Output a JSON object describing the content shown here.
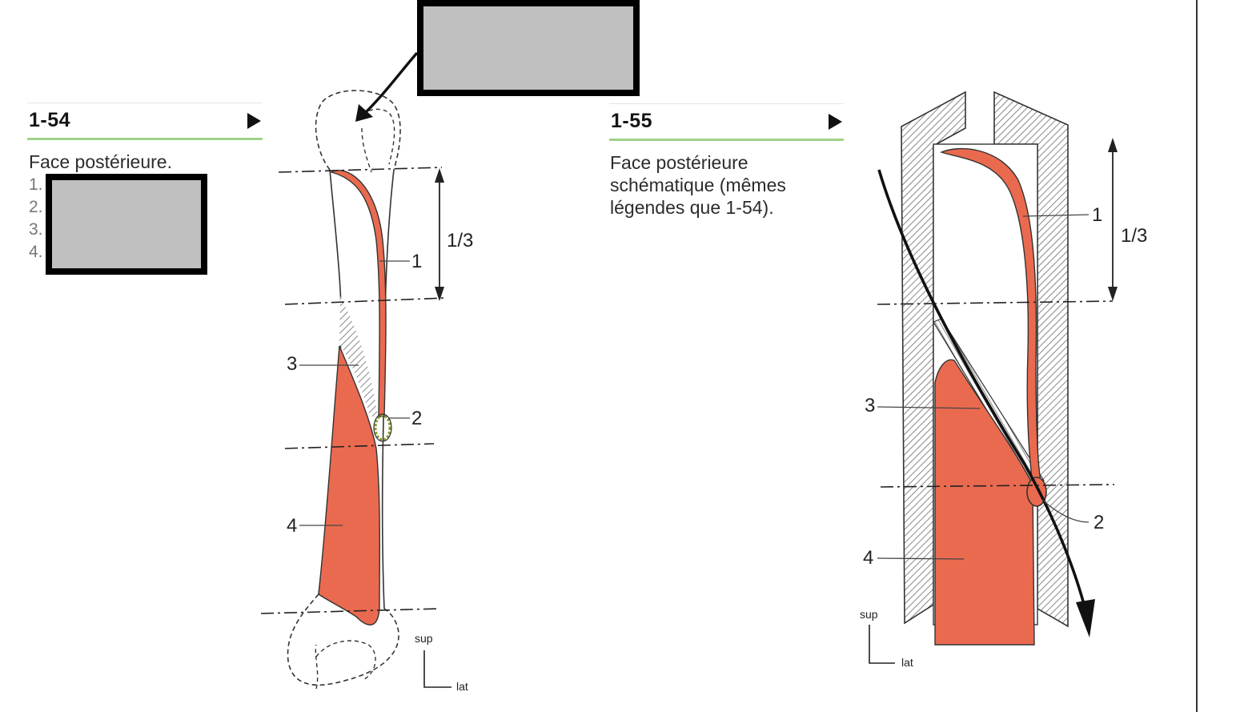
{
  "fig1": {
    "number": "1-54",
    "caption_lines": [
      "Face postérieure."
    ],
    "list_numbers": [
      "1.",
      "2.",
      "3.",
      "4."
    ],
    "callouts": [
      "1",
      "2",
      "3",
      "4"
    ],
    "fraction": "1/3",
    "axis_sup": "sup",
    "axis_lat": "lat"
  },
  "fig2": {
    "number": "1-55",
    "caption_lines": [
      "Face postérieure",
      "schématique (mêmes",
      "légendes que 1-54)."
    ],
    "callouts": [
      "1",
      "2",
      "3",
      "4"
    ],
    "fraction": "1/3",
    "axis_sup": "sup",
    "axis_lat": "lat"
  },
  "colors": {
    "muscle": "#ea6a4f",
    "header_green": "#9fd38a",
    "redaction": "#c0c0c0"
  }
}
